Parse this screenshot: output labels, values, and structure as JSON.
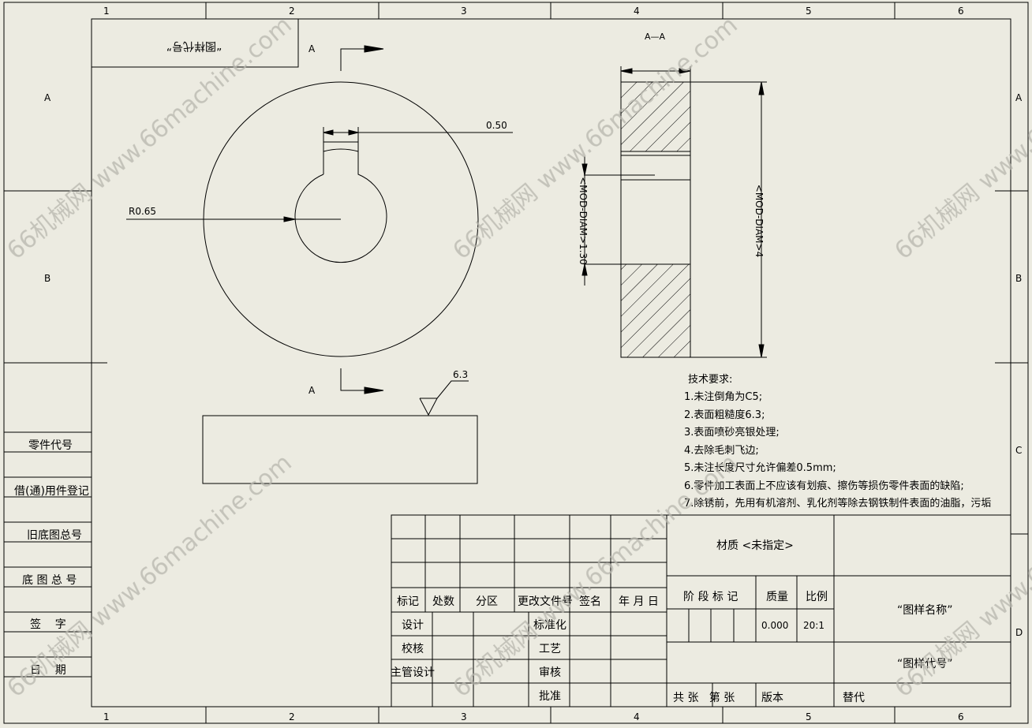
{
  "border": {
    "columns": [
      "1",
      "2",
      "3",
      "4",
      "5",
      "6"
    ],
    "rows": [
      "A",
      "B",
      "C",
      "D"
    ]
  },
  "drawing_number_box": "“图样代号”",
  "views": {
    "section_marker": "A",
    "section_title": "A—A",
    "keyway_width_dim": "0.50",
    "bore_radius_dim": "R0.65",
    "bore_diameter_dim": "<MOD-DIAM>1.30",
    "outer_diameter_dim": "<MOD-DIAM>4",
    "roughness_value": "6.3"
  },
  "tech_requirements": {
    "heading": "技术要求:",
    "items": [
      "1.未注倒角为C5;",
      "2.表面粗糙度6.3;",
      "3.表面喷砂亮银处理;",
      "4.去除毛刺飞边;",
      "5.未注长度尺寸允许偏差0.5mm;",
      "6.零件加工表面上不应该有划痕、擦伤等损伤零件表面的缺陷;",
      "7.除锈前，先用有机溶剂、乳化剂等除去钢铁制件表面的油脂，污垢"
    ]
  },
  "left_strip": [
    "零件代号",
    "借(通)用件登记",
    "旧底图总号",
    "底 图 总 号",
    "签    字",
    "日    期"
  ],
  "title_block": {
    "rev_headers": [
      "标记",
      "处数",
      "分区",
      "更改文件号",
      "签名",
      "年 月 日"
    ],
    "sign_rows": [
      "设计",
      "校核",
      "主管设计"
    ],
    "approval_rows": [
      "标准化",
      "工艺",
      "审核",
      "批准"
    ],
    "material": "材质 <未指定>",
    "stage_header": "阶 段 标 记",
    "mass_header": "质量",
    "scale_header": "比例",
    "mass_value": "0.000",
    "scale_value": "20:1",
    "drawing_name": "“图样名称”",
    "drawing_code": "“图样代号”",
    "sheets": "共 张   第 张",
    "version": "版本",
    "replace": "替代"
  },
  "watermark": "66机械网  www.66machine.com"
}
